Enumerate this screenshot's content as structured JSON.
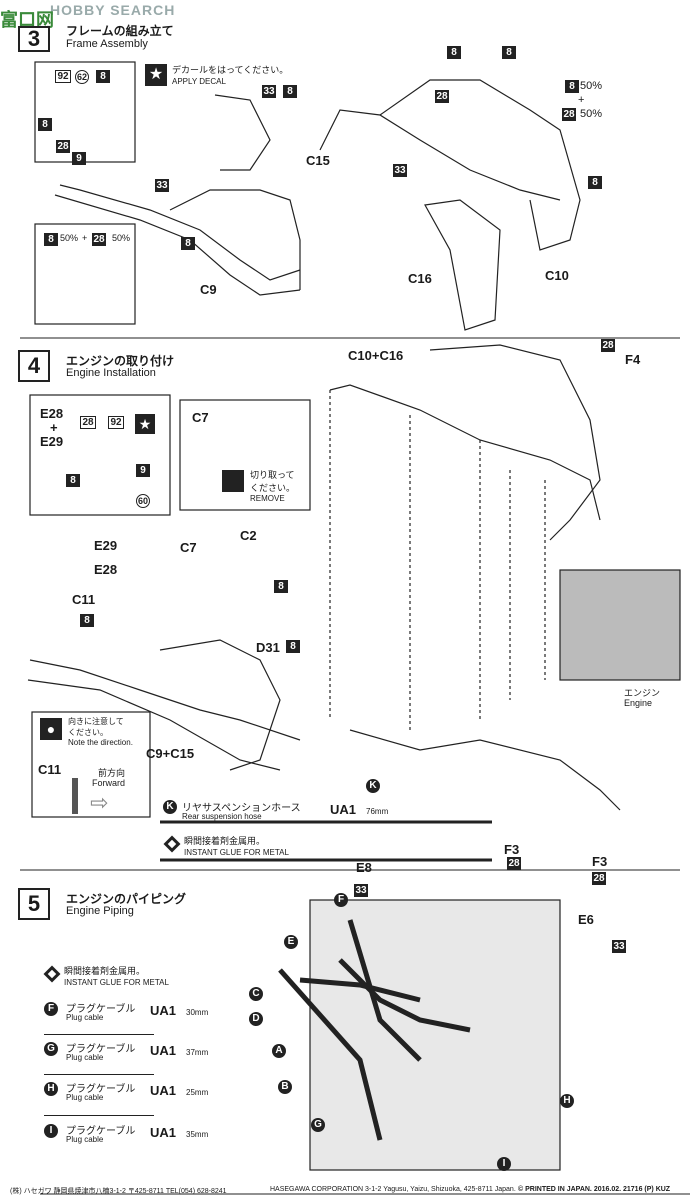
{
  "watermark": "HOBBY SEARCH",
  "watermark_cn": "富口网",
  "step3": {
    "title_jp": "フレームの組み立て",
    "title_en": "Frame Assembly",
    "decal_jp": "デカールをはってください。",
    "decal_en": "APPLY DECAL",
    "parts": [
      "C15",
      "C9",
      "C16",
      "C10"
    ],
    "mix": "8 50% + 28 50%",
    "mix_pct1": "50%",
    "mix_plus": "+",
    "mix_pct2": "50%",
    "colors": [
      "8",
      "28",
      "33",
      "92",
      "62",
      "9"
    ]
  },
  "step4": {
    "number": "4",
    "title_jp": "エンジンの取り付け",
    "title_en": "Engine Installation",
    "parts": [
      "E28",
      "+",
      "E29",
      "C7",
      "C2",
      "C11",
      "D31",
      "C9+C15",
      "C10+C16",
      "F4",
      "F3",
      "F3"
    ],
    "c7_cut_jp": "切り取って\nください。",
    "c7_cut_en": "REMOVE",
    "direction_jp": "向きに注意して\nください。",
    "direction_en": "Note the direction.",
    "forward_jp": "前方向",
    "forward_en": "Forward",
    "engine_jp": "エンジン",
    "engine_en": "Engine",
    "hose_letter": "K",
    "hose_jp": "リヤサスペンションホース",
    "hose_en": "Rear suspension hose",
    "hose_part": "UA1",
    "hose_len": "76mm",
    "glue_jp": "瞬間接着剤金属用。",
    "glue_en": "INSTANT GLUE FOR METAL",
    "colors": [
      "28",
      "92",
      "9",
      "60",
      "8"
    ]
  },
  "step5": {
    "number": "5",
    "title_jp": "エンジンのパイピング",
    "title_en": "Engine Piping",
    "glue_jp": "瞬間接着剤金属用。",
    "glue_en": "INSTANT GLUE FOR METAL",
    "parts": [
      "E8",
      "E6"
    ],
    "cables": [
      {
        "letter": "F",
        "jp": "プラグケーブル",
        "en": "Plug cable",
        "part": "UA1",
        "len": "30mm"
      },
      {
        "letter": "G",
        "jp": "プラグケーブル",
        "en": "Plug cable",
        "part": "UA1",
        "len": "37mm"
      },
      {
        "letter": "H",
        "jp": "プラグケーブル",
        "en": "Plug cable",
        "part": "UA1",
        "len": "25mm"
      },
      {
        "letter": "I",
        "jp": "プラグケーブル",
        "en": "Plug cable",
        "part": "UA1",
        "len": "35mm"
      }
    ],
    "callouts": [
      "F",
      "E",
      "C",
      "D",
      "A",
      "B",
      "G",
      "H",
      "I"
    ],
    "colors": [
      "33",
      "33"
    ]
  },
  "footer": {
    "jp_address": "(株) ハセガワ 静岡県焼津市八楠3-1-2 〒425-8711 TEL(054) 628-8241",
    "en_address": "HASEGAWA CORPORATION 3-1-2 Yagusu, Yaizu, Shizuoka, 425-8711 Japan.",
    "print": "© PRINTED IN JAPAN. 2016.02. 21716 (P) KUZ"
  }
}
